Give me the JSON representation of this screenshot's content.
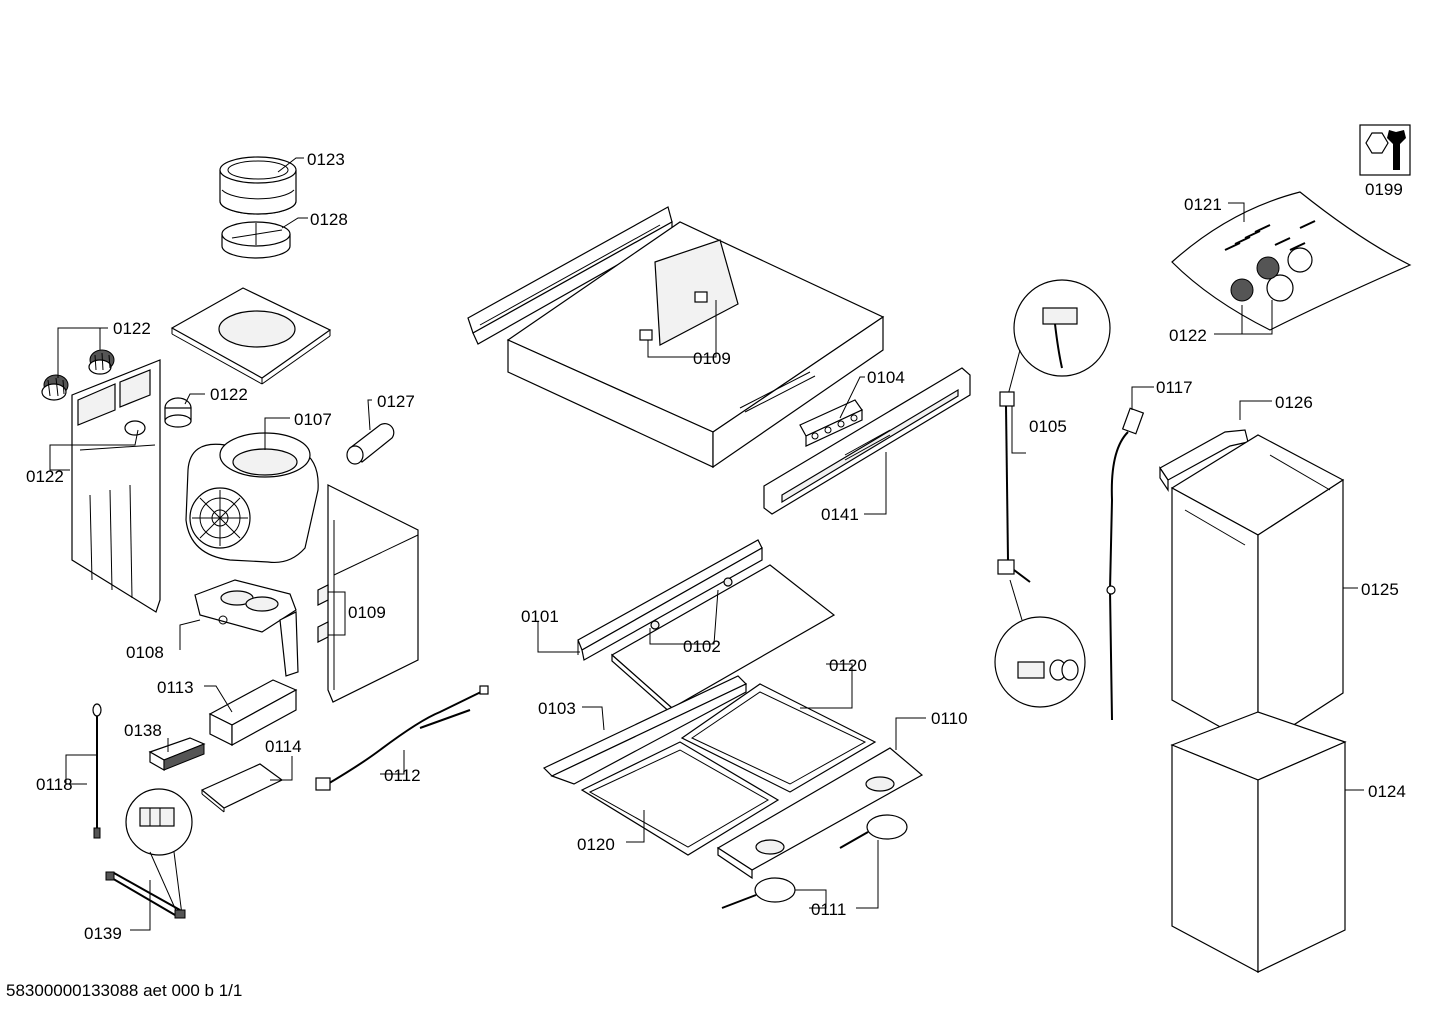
{
  "callouts": {
    "c0123": "0123",
    "c0128": "0128",
    "c0122_a": "0122",
    "c0122_b": "0122",
    "c0122_c": "0122",
    "c0122_d": "0122",
    "c0107": "0107",
    "c0127": "0127",
    "c0108": "0108",
    "c0109_a": "0109",
    "c0109_b": "0109",
    "c0113": "0113",
    "c0138": "0138",
    "c0114": "0114",
    "c0118": "0118",
    "c0112": "0112",
    "c0139": "0139",
    "c0104": "0104",
    "c0141": "0141",
    "c0101": "0101",
    "c0102": "0102",
    "c0103": "0103",
    "c0120_a": "0120",
    "c0120_b": "0120",
    "c0110": "0110",
    "c0111": "0111",
    "c0121": "0121",
    "c0199": "0199",
    "c0105": "0105",
    "c0117": "0117",
    "c0126": "0126",
    "c0125": "0125",
    "c0124": "0124"
  },
  "footer": {
    "doc_id": "58300000133088 aet 000 b 1/1"
  },
  "icons": {
    "service_kit": "wrench-nut-icon"
  }
}
